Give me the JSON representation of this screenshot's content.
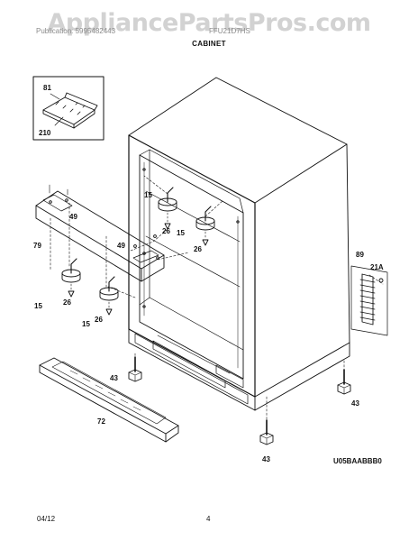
{
  "watermark": "AppliancePartsPros.com",
  "header": {
    "left_text": "Publication: 5995482443",
    "right_text": "FFU21D7HS",
    "section_title": "CABINET"
  },
  "callouts": {
    "c81": "81",
    "c210": "210",
    "c15a": "15",
    "c26a": "26",
    "c26b": "26",
    "c15b": "15",
    "c49a": "49",
    "c49b": "49",
    "c79": "79",
    "c26c": "26",
    "c15c": "15",
    "c26d": "26",
    "c15d": "15",
    "c89": "89",
    "c21a": "21A",
    "c43a": "43",
    "c43b": "43",
    "c43c": "43",
    "c72": "72",
    "diagram_code": "U05BAABBB0"
  },
  "footer": {
    "date": "04/12",
    "page_number": "4"
  }
}
